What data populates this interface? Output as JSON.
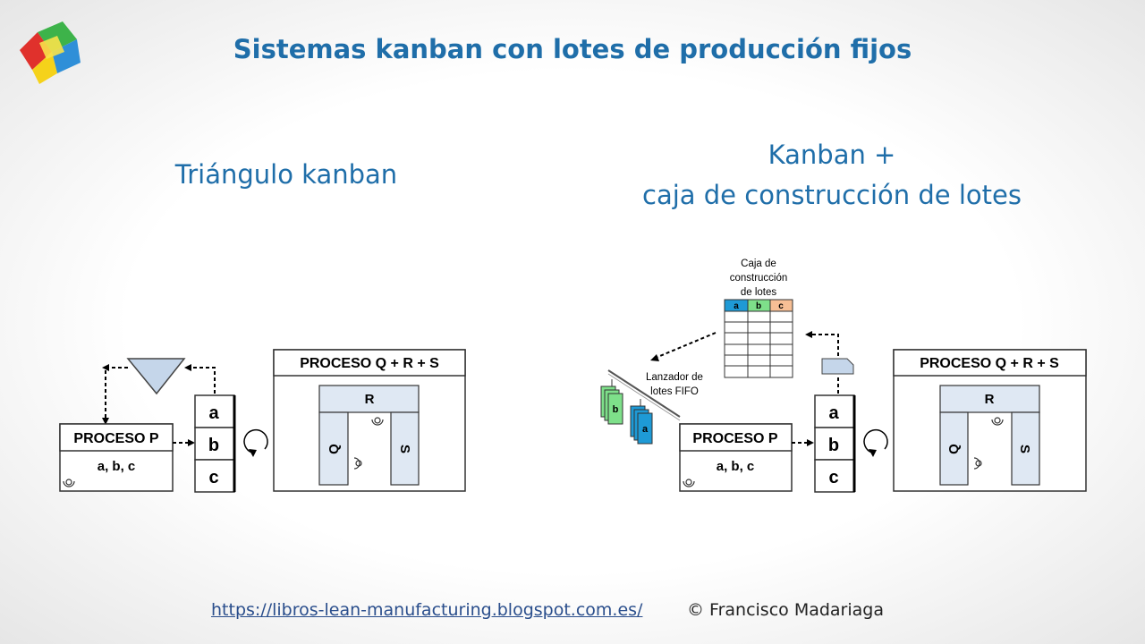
{
  "title": "Sistemas kanban con lotes de producción fijos",
  "left": {
    "heading": "Triángulo kanban",
    "process_p": {
      "title": "PROCESO P",
      "parts": "a, b, c"
    },
    "kanban_post": [
      "a",
      "b",
      "c"
    ],
    "process_qrs": {
      "title": "PROCESO Q + R + S",
      "r": "R",
      "q": "Q",
      "s": "S"
    }
  },
  "right": {
    "heading_line1": "Kanban +",
    "heading_line2": "caja de construcción de lotes",
    "batch_box_label": [
      "Caja de",
      "construcción",
      "de lotes"
    ],
    "batch_box_columns": [
      "a",
      "b",
      "c"
    ],
    "launcher_label": [
      "Lanzador de",
      "lotes FIFO"
    ],
    "card_b": "b",
    "card_a": "a",
    "process_p": {
      "title": "PROCESO P",
      "parts": "a, b, c"
    },
    "kanban_post": [
      "a",
      "b",
      "c"
    ],
    "process_qrs": {
      "title": "PROCESO Q + R + S",
      "r": "R",
      "q": "Q",
      "s": "S"
    }
  },
  "colors": {
    "title": "#1f6ea9",
    "col_a": "#1e9ad6",
    "col_b": "#7ee08a",
    "col_c": "#f7bf95",
    "triangle": "#c5d6ea"
  },
  "footer": {
    "link": "https://libros-lean-manufacturing.blogspot.com.es/",
    "copyright": "© Francisco Madariaga"
  }
}
